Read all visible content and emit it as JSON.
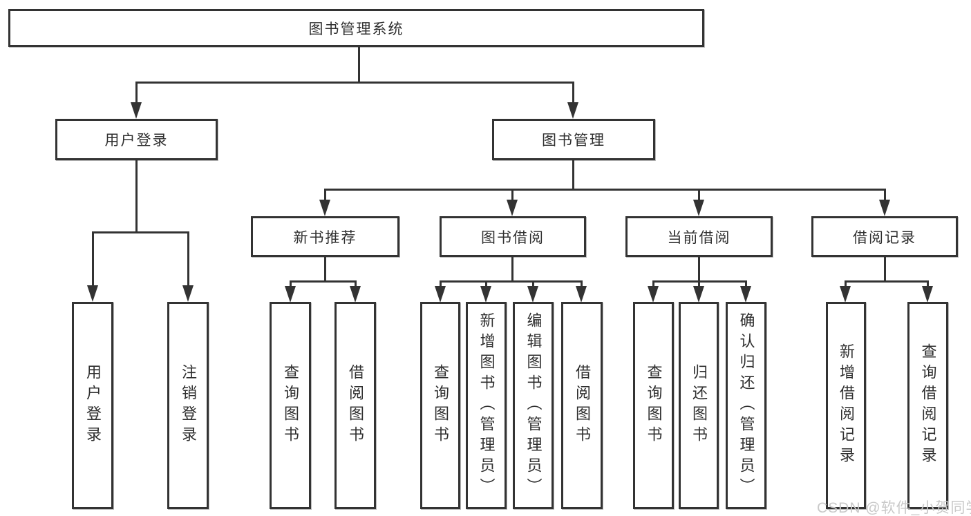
{
  "diagram": {
    "type": "hierarchy-tree",
    "root": {
      "label": "图书管理系统"
    },
    "level2": [
      {
        "id": "login",
        "label": "用户登录"
      },
      {
        "id": "mgmt",
        "label": "图书管理"
      }
    ],
    "login_children": [
      "用户登录",
      "注销登录"
    ],
    "mgmt_groups": [
      {
        "label": "新书推荐",
        "children": [
          "查询图书",
          "借阅图书"
        ]
      },
      {
        "label": "图书借阅",
        "children": [
          "查询图书",
          "新增图书（管理员）",
          "编辑图书（管理员）",
          "借阅图书"
        ]
      },
      {
        "label": "当前借阅",
        "children": [
          "查询图书",
          "归还图书",
          "确认归还（管理员）"
        ]
      },
      {
        "label": "借阅记录",
        "children": [
          "新增借阅记录",
          "查询借阅记录"
        ]
      }
    ]
  },
  "colors": {
    "line": "#333333",
    "box_border": "#333333",
    "box_fill": "#ffffff",
    "text": "#2f2f2f",
    "watermark": "#c9c9c9"
  },
  "watermark": "CSDN @软件_小贺同学"
}
